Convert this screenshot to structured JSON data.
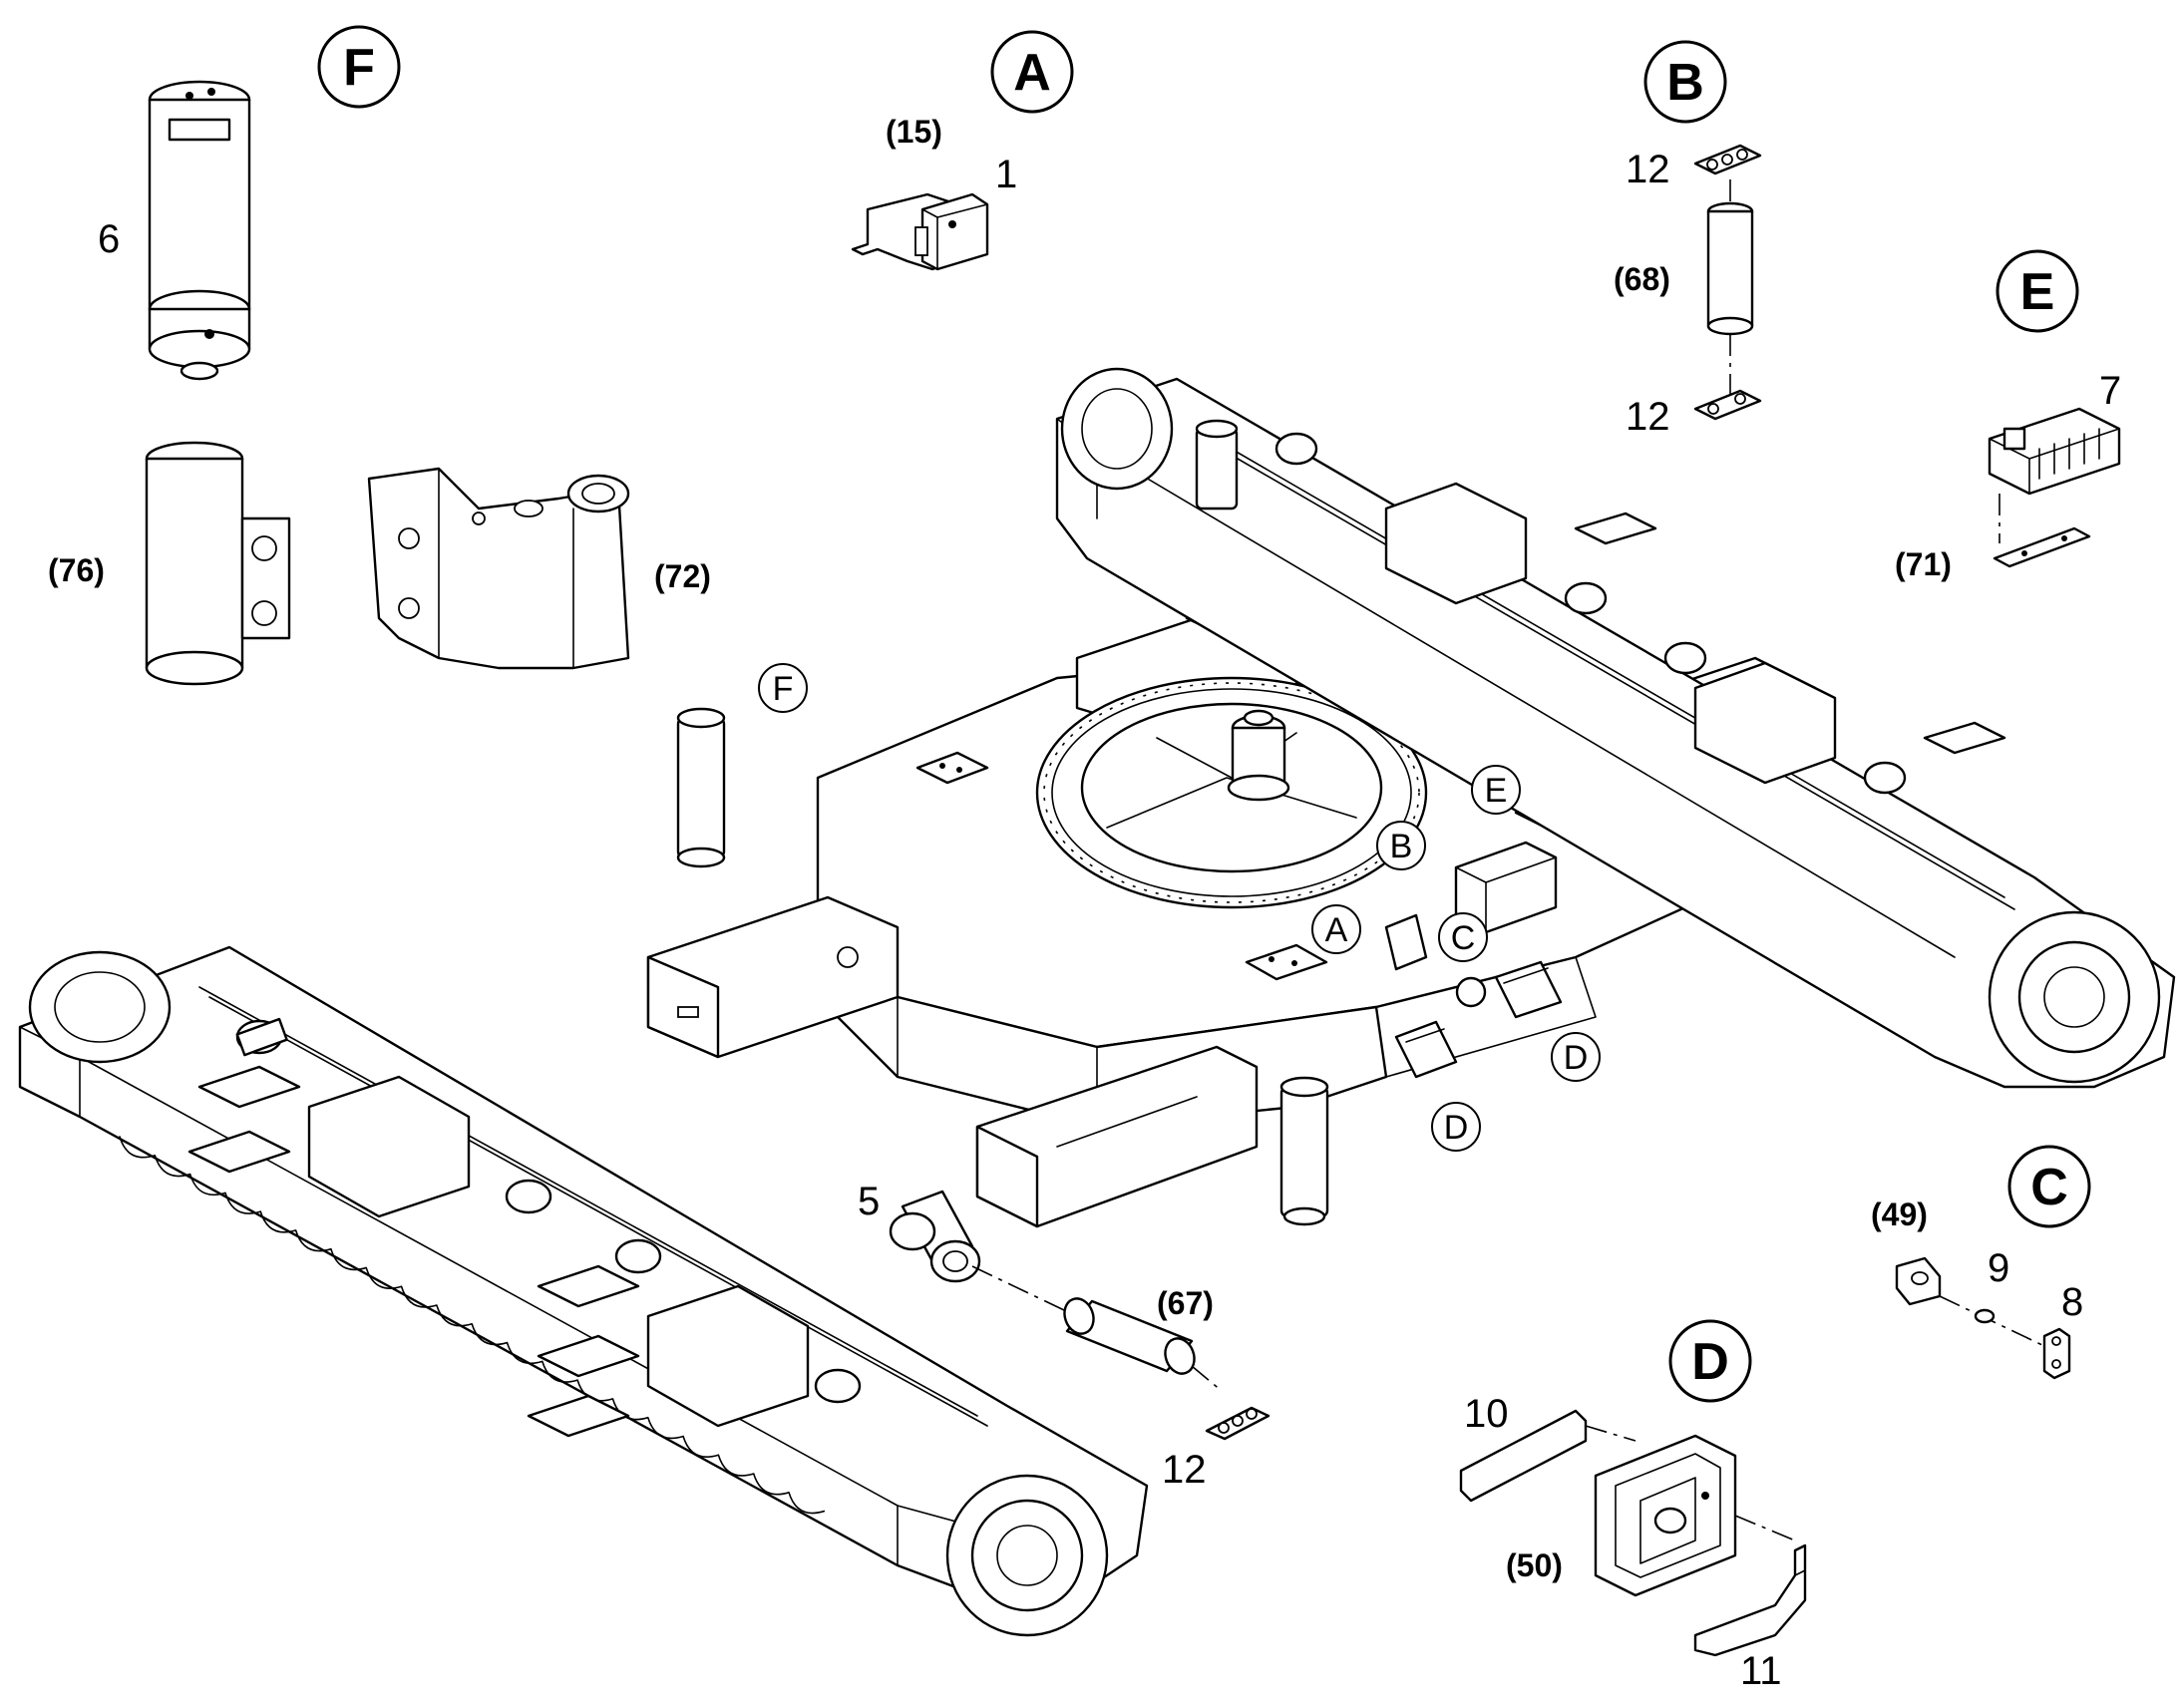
{
  "detail_callouts": {
    "A": "A",
    "B": "B",
    "C": "C",
    "D": "D",
    "E": "E",
    "F": "F"
  },
  "location_markers": {
    "A": "A",
    "B": "B",
    "C": "C",
    "D1": "D",
    "D2": "D",
    "E": "E",
    "F": "F"
  },
  "part_numbers": {
    "p1": "1",
    "p5": "5",
    "p6": "6",
    "p7": "7",
    "p8": "8",
    "p9": "9",
    "p10": "10",
    "p11": "11",
    "p12_top": "12",
    "p12_mid": "12",
    "p12_bottom": "12"
  },
  "reference_numbers": {
    "r15": "(15)",
    "r49": "(49)",
    "r50": "(50)",
    "r67": "(67)",
    "r68": "(68)",
    "r71": "(71)",
    "r72": "(72)",
    "r76": "(76)"
  }
}
